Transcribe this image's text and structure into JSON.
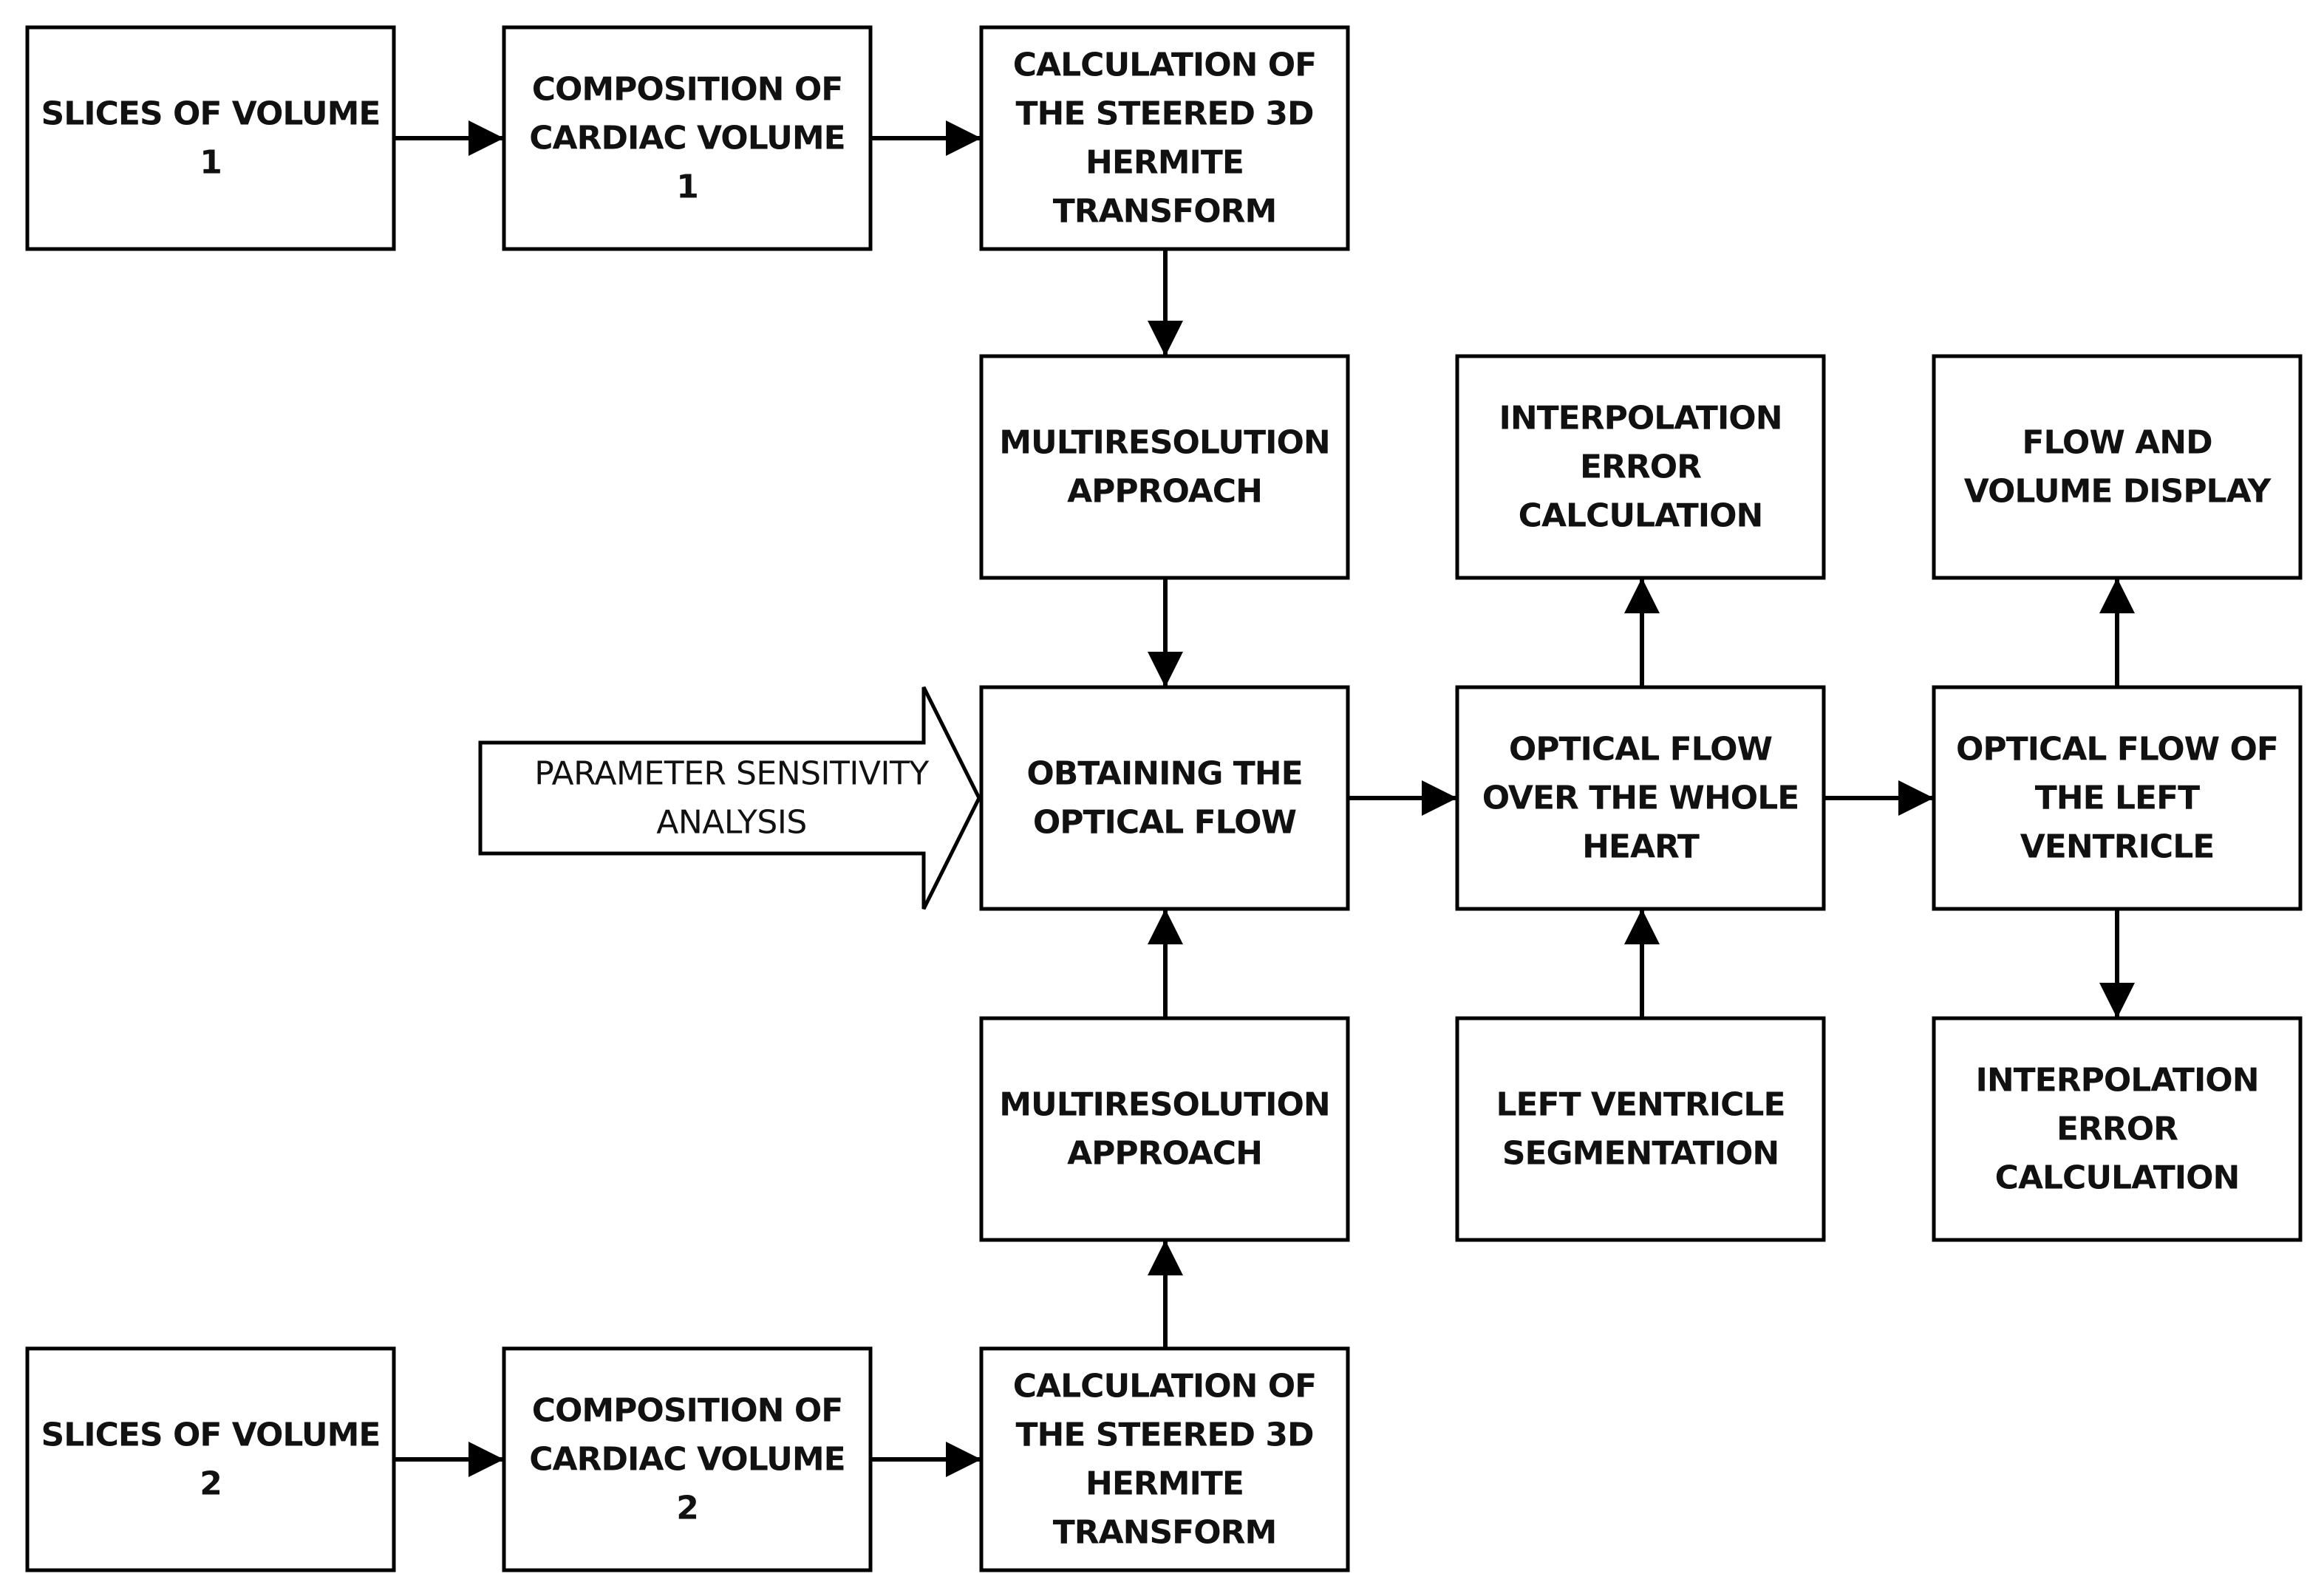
{
  "boxes": {
    "slices_vol1": [
      "SLICES OF VOLUME",
      "1"
    ],
    "composition_vol1": [
      "COMPOSITION OF",
      "CARDIAC VOLUME",
      "1"
    ],
    "hermite_vol1": [
      "CALCULATION OF",
      "THE STEERED 3D",
      "HERMITE",
      "TRANSFORM"
    ],
    "multires_top": [
      "MULTIRESOLUTION",
      "APPROACH"
    ],
    "optical_flow": [
      "OBTAINING THE",
      "OPTICAL FLOW"
    ],
    "multires_bottom": [
      "MULTIRESOLUTION",
      "APPROACH"
    ],
    "slices_vol2": [
      "SLICES OF VOLUME",
      "2"
    ],
    "composition_vol2": [
      "COMPOSITION OF",
      "CARDIAC VOLUME",
      "2"
    ],
    "hermite_vol2": [
      "CALCULATION OF",
      "THE STEERED 3D",
      "HERMITE",
      "TRANSFORM"
    ],
    "interp_error_heart": [
      "INTERPOLATION",
      "ERROR",
      "CALCULATION"
    ],
    "flow_whole_heart": [
      "OPTICAL FLOW",
      "OVER THE WHOLE",
      "HEART"
    ],
    "lv_segmentation": [
      "LEFT VENTRICLE",
      "SEGMENTATION"
    ],
    "flow_volume_display": [
      "FLOW AND",
      "VOLUME DISPLAY"
    ],
    "flow_left_ventricle": [
      "OPTICAL FLOW OF",
      "THE LEFT",
      "VENTRICLE"
    ],
    "interp_error_lv": [
      "INTERPOLATION",
      "ERROR",
      "CALCULATION"
    ]
  },
  "input_arrow": [
    "PARAMETER SENSITIVITY",
    "ANALYSIS"
  ]
}
